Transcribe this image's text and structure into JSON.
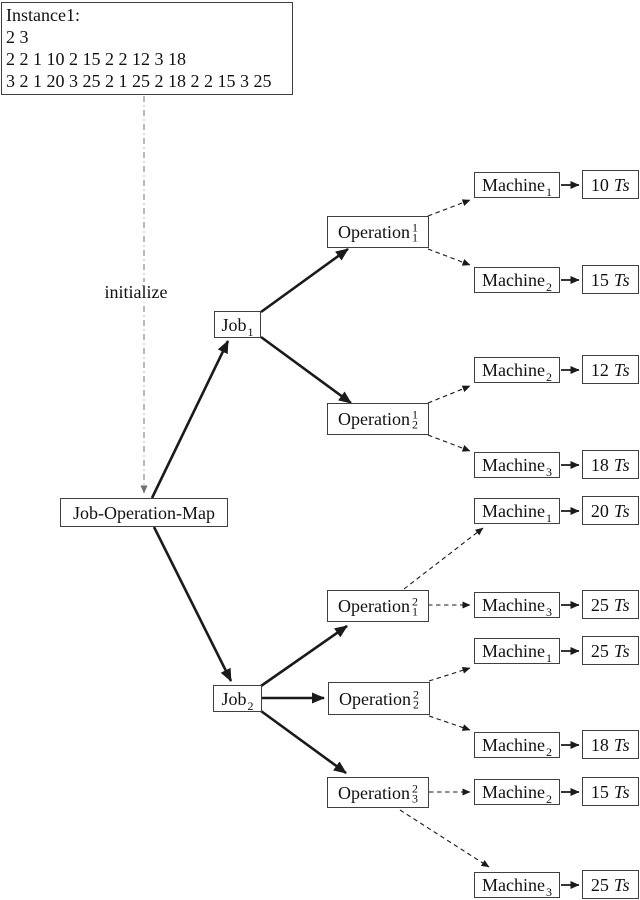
{
  "instance_box": {
    "title": "Instance1:",
    "lines": [
      "2 3",
      "2 2 1 10 2 15 2 2 12 3 18",
      "3 2 1 20 3 25 2 1 25 2 18 2 2 15 3 25"
    ]
  },
  "initialize_label": "initialize",
  "root_label": "Job-Operation-Map",
  "jobs": [
    {
      "base": "Job",
      "sub": "1"
    },
    {
      "base": "Job",
      "sub": "2"
    }
  ],
  "operations": [
    {
      "base": "Operation",
      "sup": "1",
      "sub": "1"
    },
    {
      "base": "Operation",
      "sup": "1",
      "sub": "2"
    },
    {
      "base": "Operation",
      "sup": "2",
      "sub": "1"
    },
    {
      "base": "Operation",
      "sup": "2",
      "sub": "2"
    },
    {
      "base": "Operation",
      "sup": "2",
      "sub": "3"
    }
  ],
  "machine_rows": [
    {
      "base": "Machine",
      "sub": "1",
      "time": "10",
      "unit": "Ts"
    },
    {
      "base": "Machine",
      "sub": "2",
      "time": "15",
      "unit": "Ts"
    },
    {
      "base": "Machine",
      "sub": "2",
      "time": "12",
      "unit": "Ts"
    },
    {
      "base": "Machine",
      "sub": "3",
      "time": "18",
      "unit": "Ts"
    },
    {
      "base": "Machine",
      "sub": "1",
      "time": "20",
      "unit": "Ts"
    },
    {
      "base": "Machine",
      "sub": "3",
      "time": "25",
      "unit": "Ts"
    },
    {
      "base": "Machine",
      "sub": "1",
      "time": "25",
      "unit": "Ts"
    },
    {
      "base": "Machine",
      "sub": "2",
      "time": "18",
      "unit": "Ts"
    },
    {
      "base": "Machine",
      "sub": "2",
      "time": "15",
      "unit": "Ts"
    },
    {
      "base": "Machine",
      "sub": "3",
      "time": "25",
      "unit": "Ts"
    }
  ],
  "colors": {
    "line": "#1a1a1a",
    "initialize_line": "#8a8a8a",
    "box_border": "#3f3f3f",
    "background": "#ffffff"
  }
}
